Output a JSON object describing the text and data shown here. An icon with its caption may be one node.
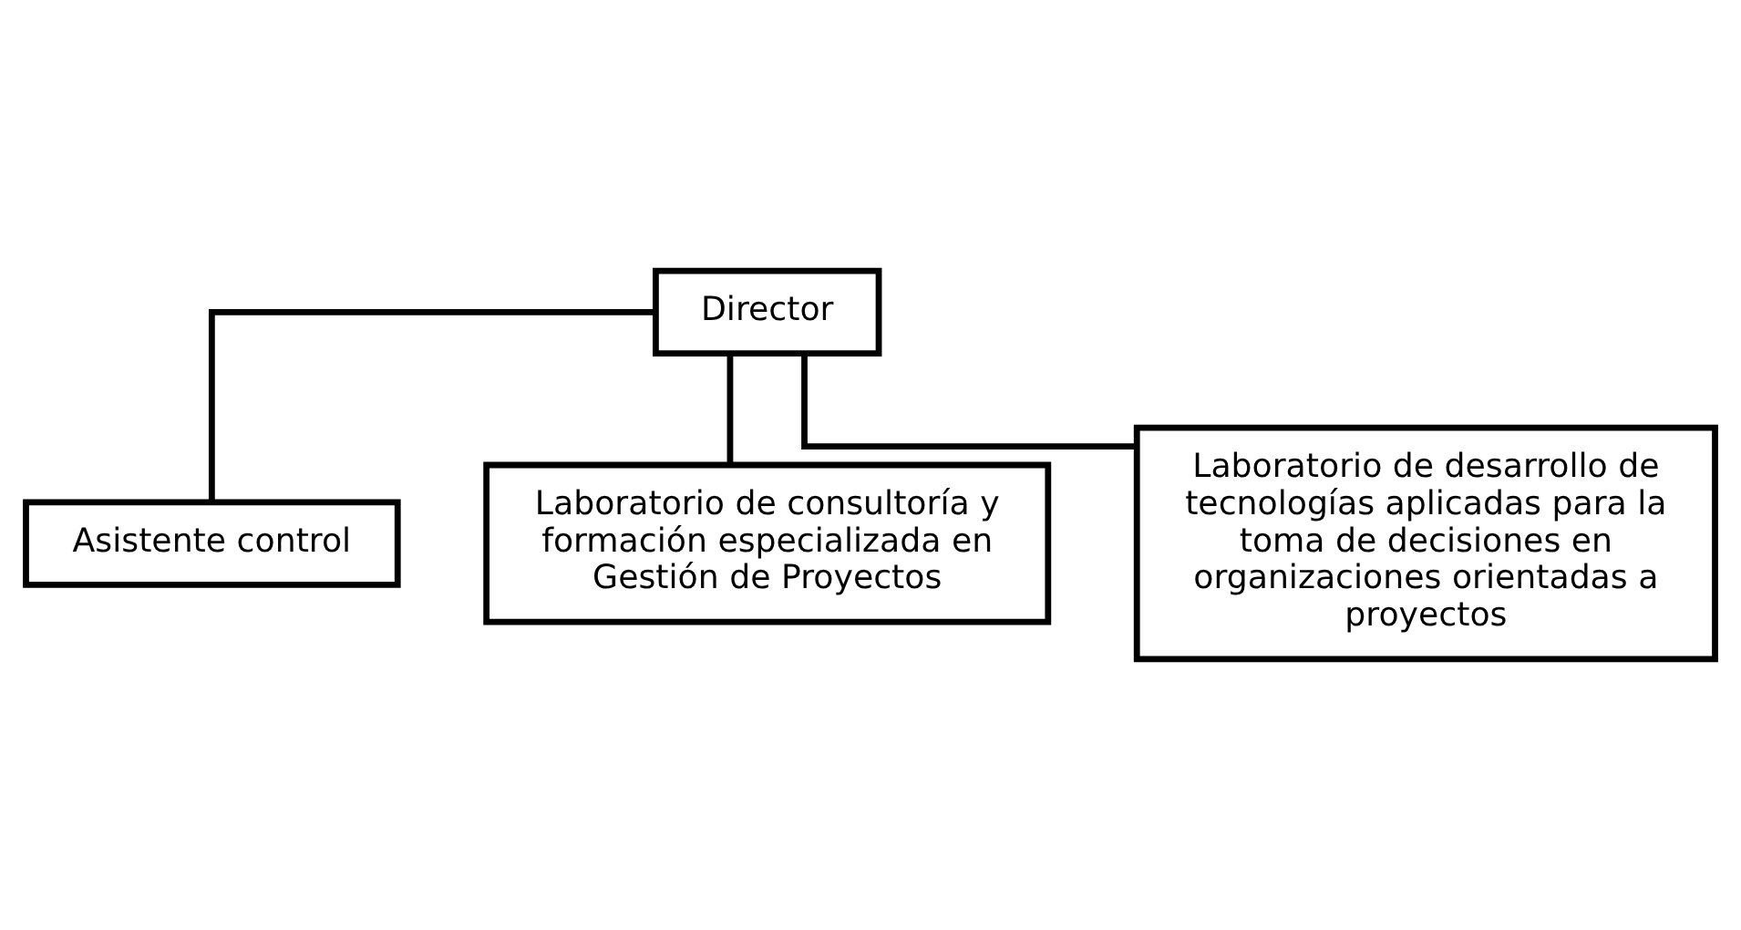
{
  "diagram": {
    "nodes": [
      {
        "text": [
          "Director"
        ]
      },
      {
        "text": [
          "Asistente control"
        ]
      },
      {
        "text": [
          "Laboratorio de consultoría y formación especializada en Gestión de Proyectos"
        ]
      },
      {
        "text": [
          "Laboratorio de desarrollo de tecnologías aplicadas para la toma de decisiones en organizaciones orientadas a proyectos"
        ]
      }
    ],
    "edges": [
      {
        "from": 0,
        "to": 1,
        "arrow": "none"
      },
      {
        "from": 0,
        "to": 2,
        "arrow": "none"
      },
      {
        "from": 0,
        "to": 3,
        "arrow": "none"
      }
    ]
  }
}
